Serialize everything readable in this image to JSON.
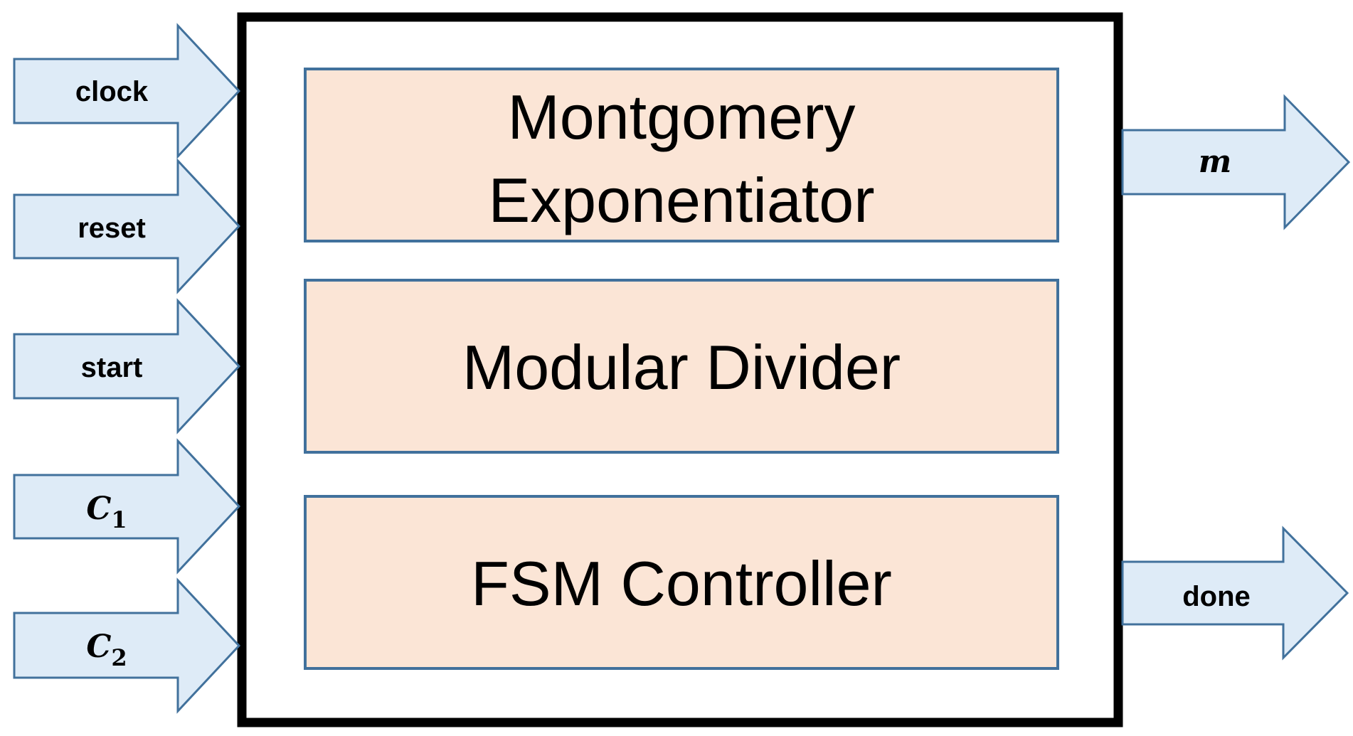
{
  "inputs": [
    {
      "label": "clock",
      "math": false
    },
    {
      "label": "reset",
      "math": false
    },
    {
      "label": "start",
      "math": false
    },
    {
      "label": "C",
      "sub": "1",
      "math": true
    },
    {
      "label": "C",
      "sub": "2",
      "math": true
    }
  ],
  "outputs": [
    {
      "label": "m",
      "math": true
    },
    {
      "label": "done",
      "math": false
    }
  ],
  "blocks": [
    {
      "line1": "Montgomery",
      "line2": "Exponentiator"
    },
    {
      "line1": "Modular Divider"
    },
    {
      "line1": "FSM Controller"
    }
  ],
  "colors": {
    "arrow_fill": "#deebf7",
    "arrow_stroke": "#41719c",
    "block_fill": "#fbe5d6",
    "block_stroke": "#41719c",
    "outer_stroke": "#000000"
  }
}
